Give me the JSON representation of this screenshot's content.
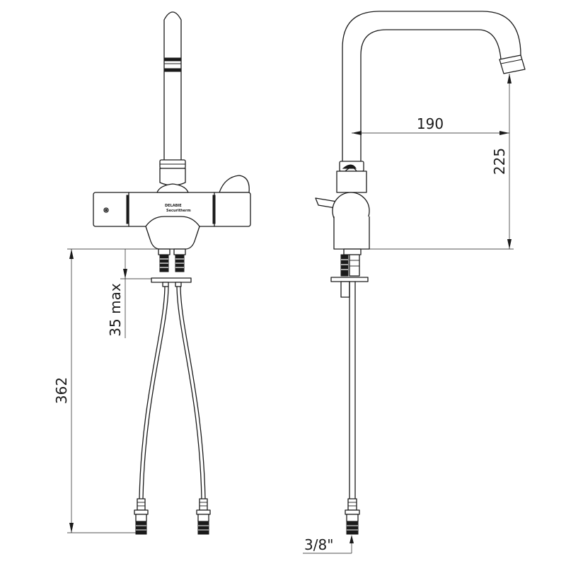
{
  "dimensions": {
    "spout_reach": "190",
    "spout_height": "225",
    "max_deck_thickness": "35 max",
    "hose_length": "362",
    "connection_size": "3/8\""
  },
  "brand_mark": {
    "line1": "DELABIE",
    "line2": "Securitherm"
  }
}
